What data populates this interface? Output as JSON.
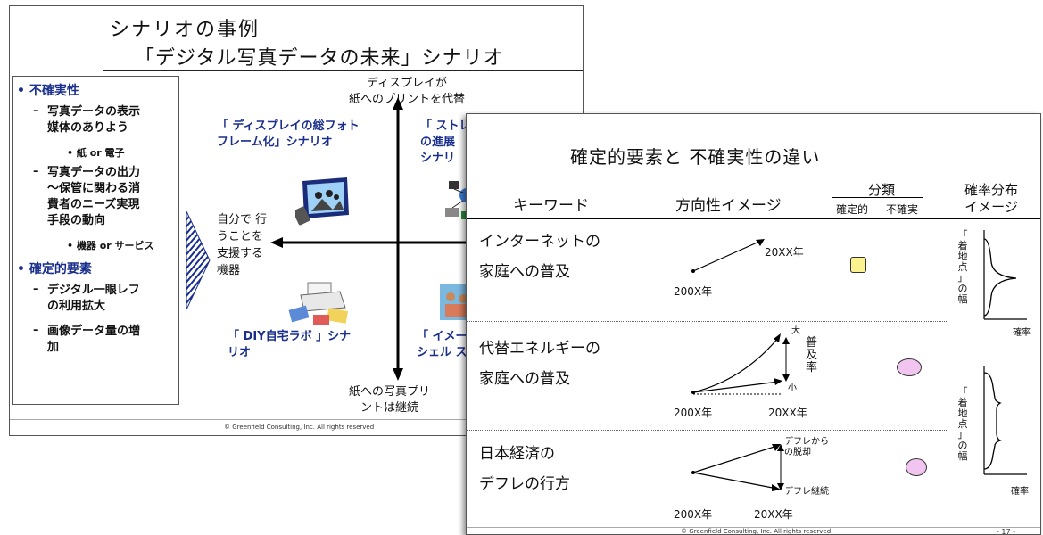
{
  "back_slide": {
    "title_line1": "シナリオの事例",
    "title_line2": "「デジタル写真データの未来」シナリオ",
    "left_panel": {
      "uncertainty_heading": "不確実性",
      "unc_item1": [
        "写真データの表示",
        "媒体のありよう"
      ],
      "unc_sub1": "紙 or 電子",
      "unc_item2": [
        "写真データの出力",
        "～保管に関わる消",
        "費者のニーズ実現",
        "手段の動向"
      ],
      "unc_sub2": "機器 or サービス",
      "certain_heading": "確定的要素",
      "cert_item1": [
        "デジタル一眼レフ",
        "の利用拡大"
      ],
      "cert_item2": [
        "画像データ量の増",
        "加"
      ],
      "dash": "–",
      "bullet": "•"
    },
    "axis_top": [
      "ディスプレイが",
      "紙へのプリントを代替"
    ],
    "axis_bottom": [
      "紙への写真プリ",
      "ントは継続"
    ],
    "axis_left": [
      "自分で 行",
      "うことを",
      "支援する",
      "機器"
    ],
    "q1_label": [
      "「 ディスプレイの総フォト",
      "フレーム化」シナリオ"
    ],
    "q2_label": [
      "「 ストレ",
      "の進展",
      "シナリ"
    ],
    "q3_label": [
      "「 DIY自宅ラボ 」シナ",
      "リオ"
    ],
    "q4_label": [
      "「 イメー",
      "シェル ス"
    ],
    "footer": "© Greenfield Consulting, Inc. All rights reserved"
  },
  "front_slide": {
    "title": "確定的要素と 不確実性の違い",
    "headers": {
      "keyword": "キーワード",
      "direction": "方向性イメージ",
      "classification": "分類",
      "certain": "確定的",
      "uncertain": "不確実",
      "prob_line1": "確率分布",
      "prob_line2": "イメージ"
    },
    "rows": [
      {
        "keyword": [
          "インターネットの",
          "家庭への普及"
        ],
        "start": "200X年",
        "end": "20XX年",
        "class": "確定的"
      },
      {
        "keyword": [
          "代替エネルギーの",
          "家庭への普及"
        ],
        "start": "200X年",
        "end": "20XX年",
        "high": "大",
        "low": "小",
        "axis": [
          "普",
          "及",
          "率"
        ],
        "class": "不確実"
      },
      {
        "keyword": [
          "日本経済の",
          "デフレの行方"
        ],
        "start": "200X年",
        "end": "20XX年",
        "up": [
          "デフレから",
          "の脱却"
        ],
        "down": "デフレ継続",
        "class": "不確実"
      }
    ],
    "prob_labels": {
      "landing_v": [
        "「",
        "着",
        "地",
        "点",
        "」",
        "の",
        "幅"
      ],
      "prob": "確率"
    },
    "footer": "© Greenfield Consulting, Inc. All rights reserved",
    "page": "- 17 -"
  },
  "colors": {
    "title_blue": "#1a2f8c",
    "certain_fill": "#fbf38e",
    "uncertain_fill": "#f2c4f0"
  }
}
